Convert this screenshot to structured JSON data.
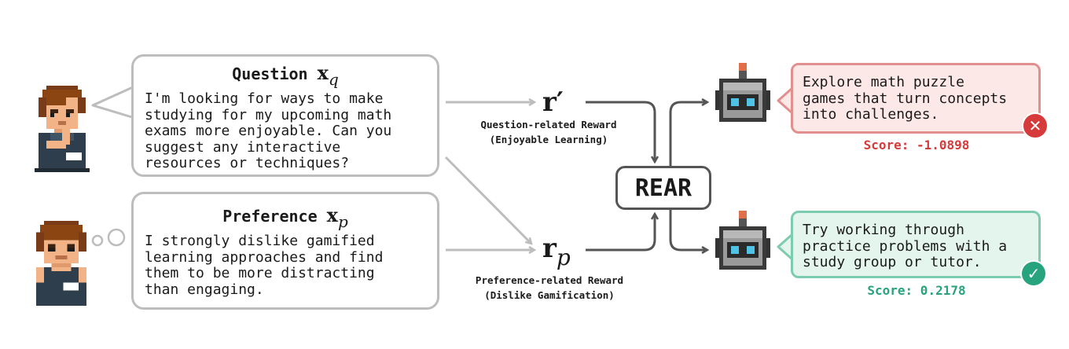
{
  "question": {
    "title": "Question",
    "symbol": "x",
    "subscript": "q",
    "text": "I'm looking for ways to make\nstudying for my upcoming math\nexams more enjoyable. Can you\nsuggest any interactive\nresources or techniques?"
  },
  "preference": {
    "title": "Preference",
    "symbol": "x",
    "subscript": "p",
    "text": "I strongly dislike gamified\nlearning approaches and find\nthem to be more distracting\nthan engaging."
  },
  "rewards": {
    "question": {
      "symbol": "r′",
      "label": "Question-related Reward\n(Enjoyable Learning)"
    },
    "preference": {
      "symbol": "r",
      "subscript": "p",
      "label": "Preference-related Reward\n(Dislike Gamification)"
    }
  },
  "rear_label": "REAR",
  "responses": [
    {
      "text": "Explore math puzzle\ngames that turn concepts\ninto challenges.",
      "score": "Score: -1.0898",
      "status": "rejected",
      "status_glyph": "✕",
      "color": "#d63a3a",
      "bg": "#fde8e8",
      "border": "#e28f8f"
    },
    {
      "text": "Try working through\npractice problems with a\nstudy group or tutor.",
      "score": "Score: 0.2178",
      "status": "accepted",
      "status_glyph": "✓",
      "color": "#27a37d",
      "bg": "#e4f5ee",
      "border": "#7dccb0"
    }
  ]
}
